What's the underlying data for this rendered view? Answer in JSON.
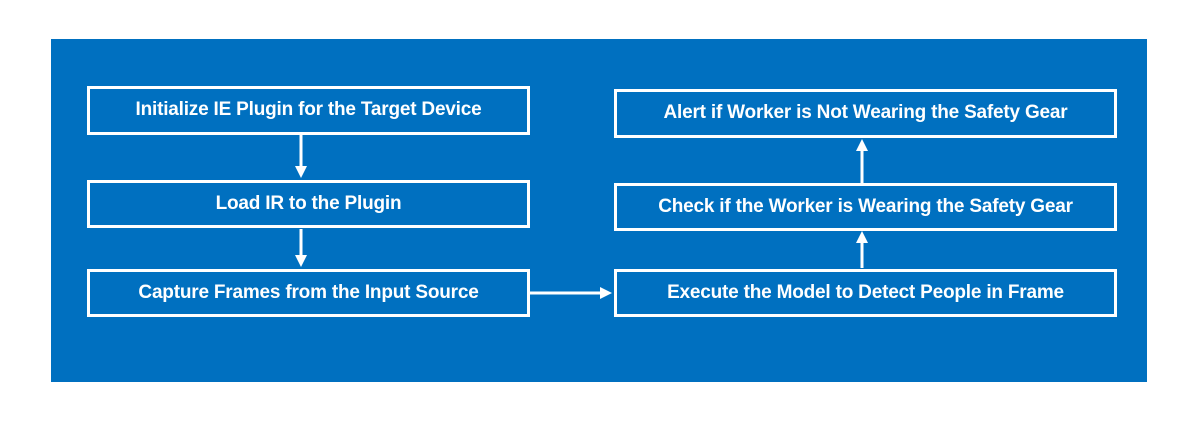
{
  "colors": {
    "page_background": "#FFFFFF",
    "panel_blue": "#0070C0",
    "box_border": "#FFFFFF",
    "box_text": "#FFFFFF",
    "arrow": "#FFFFFF"
  },
  "flowchart": {
    "nodes": [
      {
        "id": "init-plugin",
        "label": "Initialize IE Plugin for the Target Device"
      },
      {
        "id": "load-ir",
        "label": "Load IR to the Plugin"
      },
      {
        "id": "capture-frames",
        "label": "Capture Frames from the Input Source"
      },
      {
        "id": "alert-no-gear",
        "label": "Alert if Worker is Not Wearing the Safety Gear"
      },
      {
        "id": "check-gear",
        "label": "Check if the Worker is Wearing the Safety Gear"
      },
      {
        "id": "execute-model",
        "label": "Execute the Model to Detect People in Frame"
      }
    ],
    "connections": [
      {
        "from": "init-plugin",
        "to": "load-ir",
        "direction": "down"
      },
      {
        "from": "load-ir",
        "to": "capture-frames",
        "direction": "down"
      },
      {
        "from": "capture-frames",
        "to": "execute-model",
        "direction": "right"
      },
      {
        "from": "execute-model",
        "to": "check-gear",
        "direction": "up"
      },
      {
        "from": "check-gear",
        "to": "alert-no-gear",
        "direction": "up"
      }
    ]
  }
}
